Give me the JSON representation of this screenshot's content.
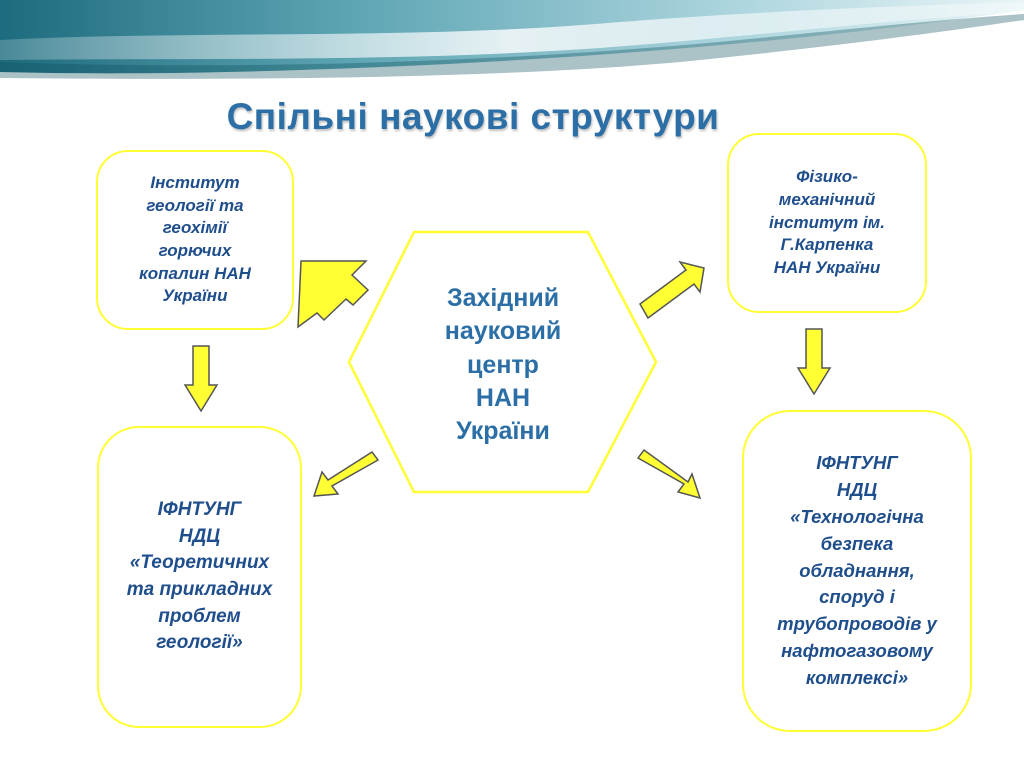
{
  "title": "Спільні наукові структури",
  "center": "Західний\nнауковий\nцентр\nНАН\nУкраїни",
  "boxes": {
    "top_left": "Інститут\nгеології та\nгеохімії\nгорючих\nкопалин НАН\nУкраїни",
    "top_right": "Фізико-\nмеханічний\nінститут ім.\nГ.Карпенка\nНАН України",
    "bottom_left": "ІФНТУНГ\nНДЦ\n«Теоретичних\nта прикладних\nпроблем\nгеології»",
    "bottom_right": "ІФНТУНГ\nНДЦ\n«Технологічна\nбезпека\nобладнання,\nспоруд і\nтрубопроводів у\nнафтогазовому\nкомплексі»"
  },
  "colors": {
    "title": "#2c6fa6",
    "text": "#1f4e8c",
    "border": "#ffff33",
    "arrow_fill": "#ffff33",
    "arrow_stroke": "#555555"
  }
}
